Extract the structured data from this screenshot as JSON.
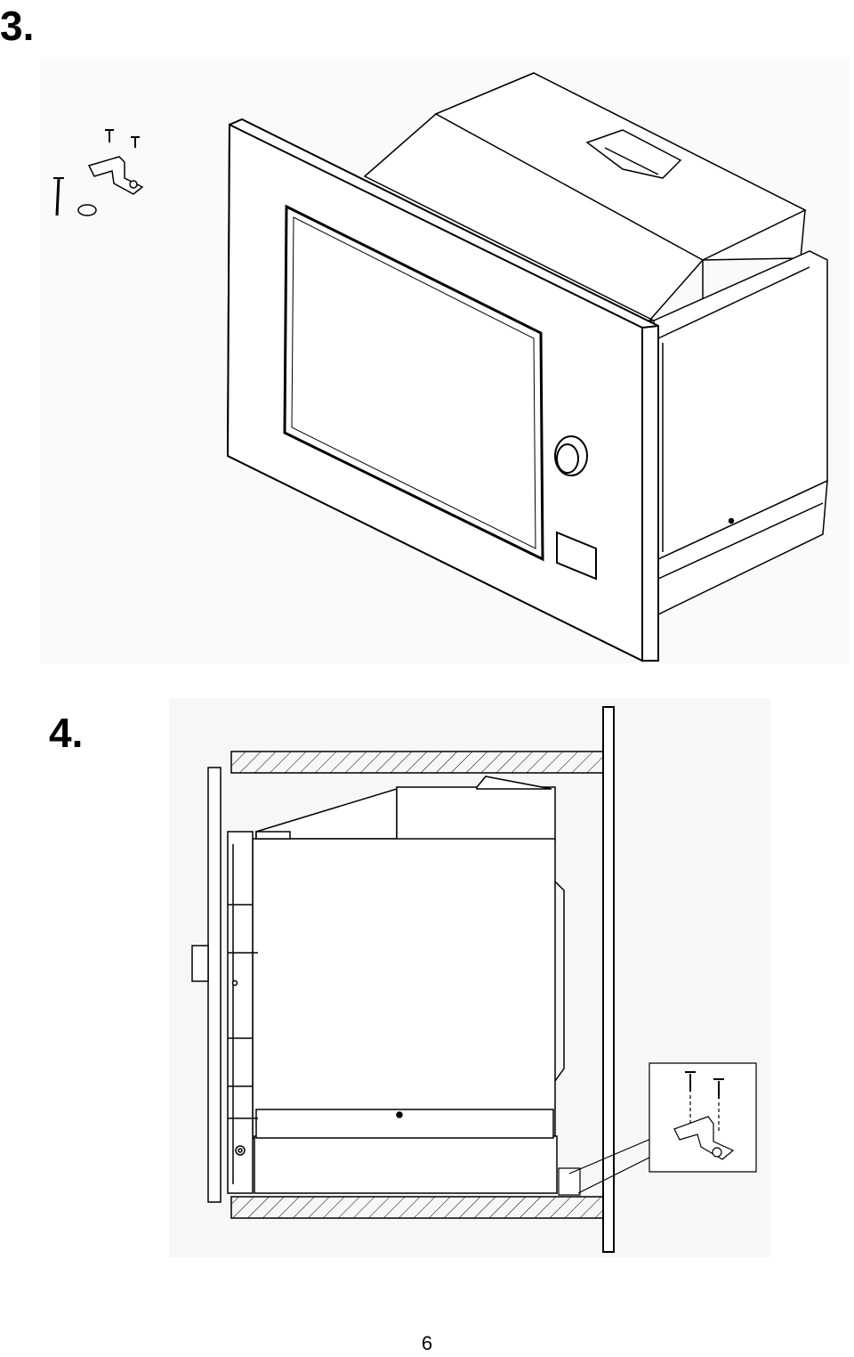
{
  "steps": [
    {
      "number": "3."
    },
    {
      "number": "4."
    }
  ],
  "footer": {
    "page_number": "6"
  },
  "colors": {
    "line": "#000000",
    "background": "#ffffff",
    "figure_bg": "#f7f7f7"
  }
}
